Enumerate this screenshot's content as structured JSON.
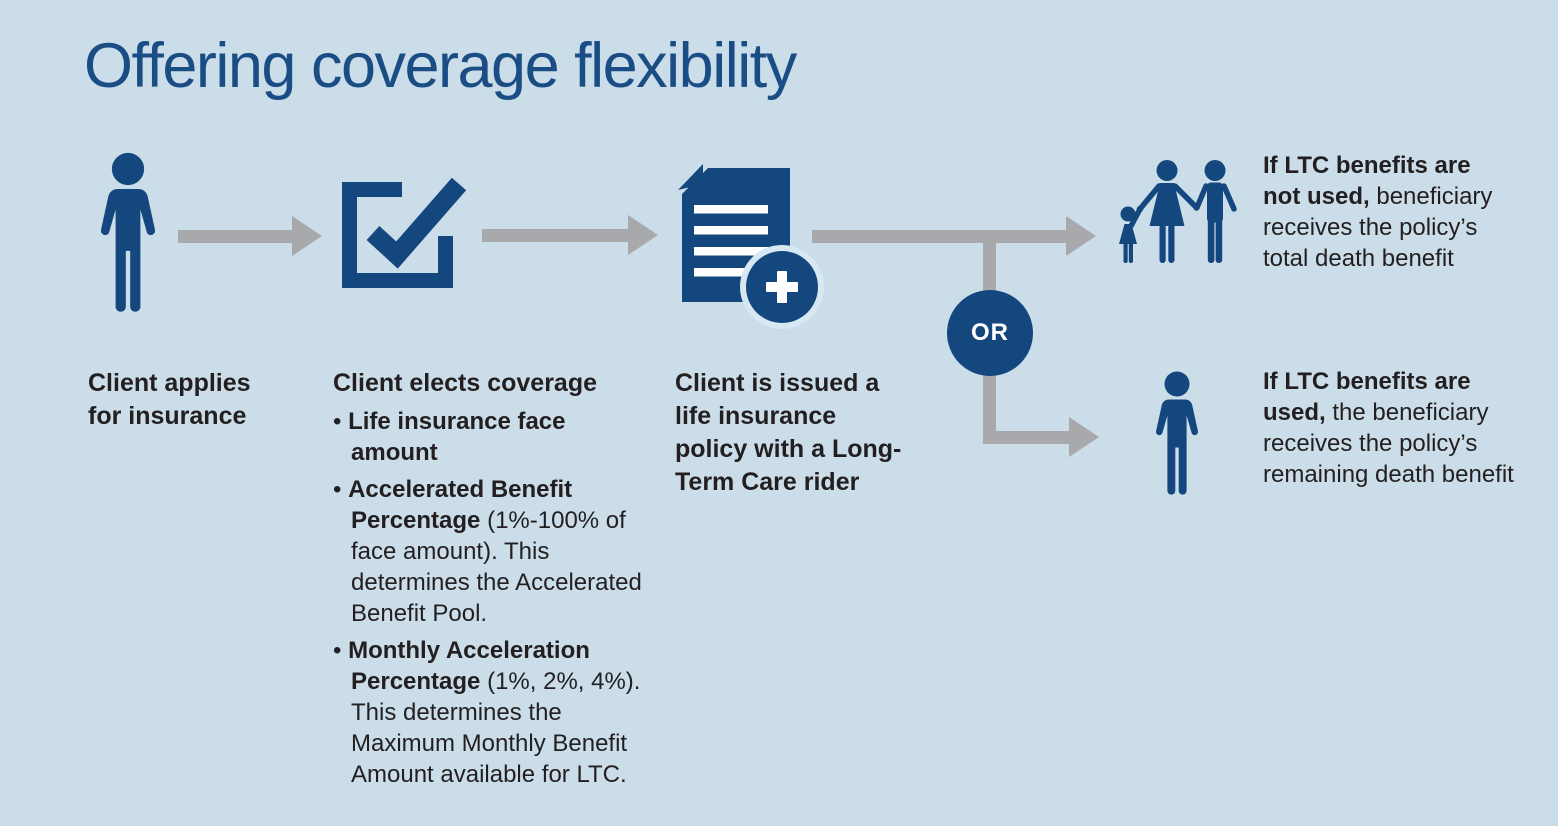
{
  "title": "Offering coverage flexibility",
  "colors": {
    "background": "#cbdde8",
    "navy": "#14477e",
    "title_blue": "#1b4d85",
    "arrow_gray": "#a7a9ac",
    "text": "#231f20",
    "badge_ring": "#d8e8f2",
    "or_text_color": "#ffffff"
  },
  "bullet_char": "•",
  "steps": [
    {
      "icon": "client-person-icon",
      "caption": "Client applies for insurance"
    },
    {
      "icon": "coverage-checkbox-icon",
      "caption": "Client elects coverage",
      "bullets": [
        {
          "bold": "Life insurance face amount",
          "rest": ""
        },
        {
          "bold": "Accelerated Benefit Percentage",
          "rest": " (1%-100% of face amount). This determines the Accelerated Benefit Pool."
        },
        {
          "bold": "Monthly Acceleration Percentage",
          "rest": " (1%, 2%, 4%). This determines the Maximum Monthly Benefit Amount available for LTC."
        }
      ]
    },
    {
      "icon": "policy-document-plus-icon",
      "caption": "Client is issued a life insurance policy with a Long-Term Care rider"
    }
  ],
  "connector": {
    "or_label": "OR"
  },
  "outcomes": [
    {
      "icon": "family-icon",
      "bold": "If LTC benefits are not used,",
      "rest": " beneficiary receives the policy’s total death benefit"
    },
    {
      "icon": "single-person-icon",
      "bold": "If LTC benefits are used,",
      "rest": " the beneficiary receives the policy’s remaining death benefit"
    }
  ]
}
